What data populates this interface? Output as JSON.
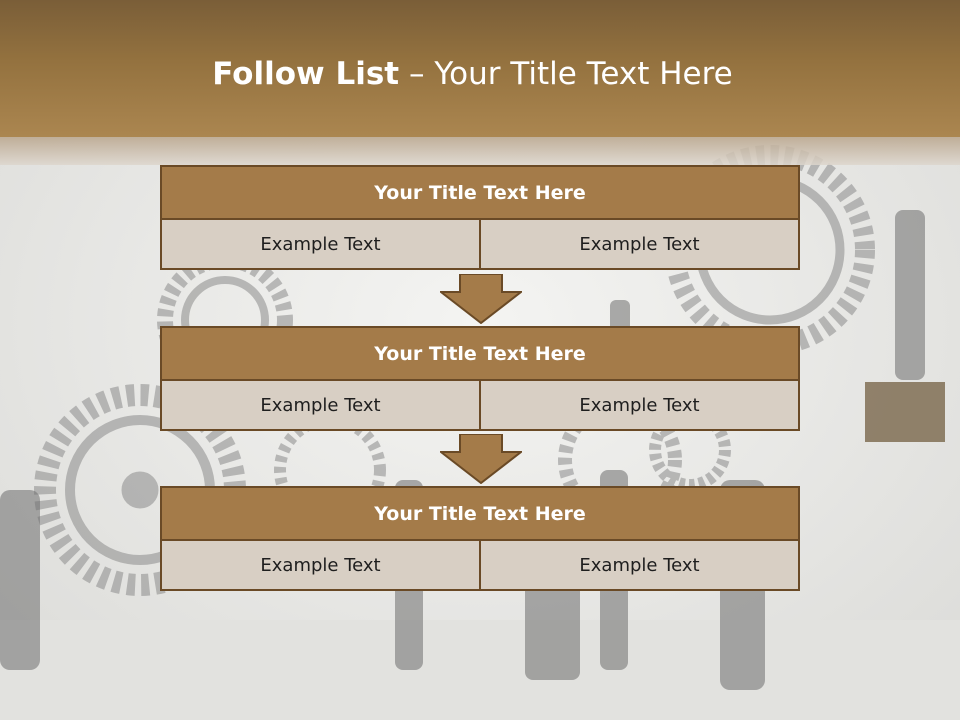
{
  "slide": {
    "title_bold": "Follow List",
    "title_rest": " – Your Title Text Here",
    "colors": {
      "header": "#94723f",
      "box_title": "#a47b49",
      "box_row": "#d8cfc4",
      "border": "#6a4a26"
    }
  },
  "steps": [
    {
      "title": "Your Title Text Here",
      "left": "Example Text",
      "right": "Example Text"
    },
    {
      "title": "Your Title Text Here",
      "left": "Example Text",
      "right": "Example Text"
    },
    {
      "title": "Your Title Text Here",
      "left": "Example Text",
      "right": "Example Text"
    }
  ],
  "background": {
    "image": "gears-and-people-illustration"
  }
}
